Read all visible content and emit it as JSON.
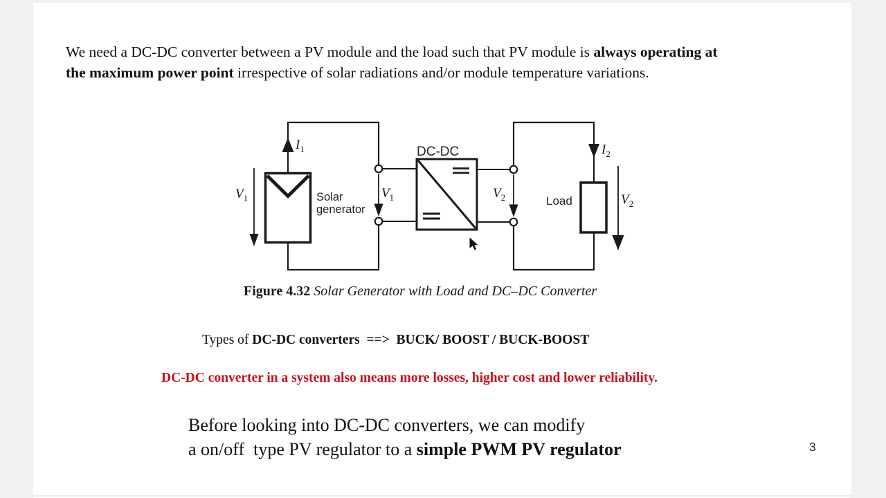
{
  "page": {
    "number": "3"
  },
  "intro": {
    "line1_regular": "We need a DC-DC converter between a PV module and the load such that PV module is ",
    "line1_bold": "always operating at",
    "line2_bold": "the maximum power point",
    "line2_regular": " irrespective of solar radiations and/or module temperature variations."
  },
  "figure": {
    "caption_bold": "Figure 4.32",
    "caption_italic": " Solar Generator with Load and DC–DC Converter",
    "labels": {
      "i1": {
        "base": "I",
        "sub": "1"
      },
      "v1_left": {
        "base": "V",
        "sub": "1"
      },
      "v1_mid": {
        "base": "V",
        "sub": "1"
      },
      "v2_mid": {
        "base": "V",
        "sub": "2"
      },
      "i2": {
        "base": "I",
        "sub": "2"
      },
      "v2_right": {
        "base": "V",
        "sub": "2"
      },
      "solar_line1": "Solar",
      "solar_line2": "generator",
      "load": "Load",
      "dcdc": "DC-DC"
    }
  },
  "types_line": {
    "regular": "Types of ",
    "bold": "DC-DC converters  ==>  BUCK/ BOOST / BUCK-BOOST"
  },
  "warning_line": {
    "text": "DC-DC converter in a system also means more losses, higher cost and lower reliability.",
    "color": "#cc0f1e"
  },
  "closing": {
    "line1": "Before looking into DC-DC converters, we can modify",
    "line2_regular": "a on/off  type PV regulator to a ",
    "line2_bold": "simple PWM PV regulator"
  }
}
